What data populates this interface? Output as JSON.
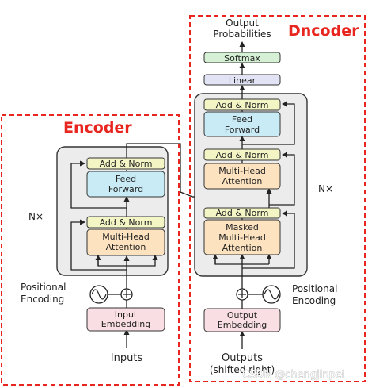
{
  "encoder": {
    "title": "Encoder",
    "nx": "N×",
    "add_norm_top": "Add & Norm",
    "feed_forward": [
      "Feed",
      "Forward"
    ],
    "add_norm_bottom": "Add & Norm",
    "multi_head_attention": [
      "Multi-Head",
      "Attention"
    ],
    "positional_encoding": [
      "Positional",
      "Encoding"
    ],
    "input_embedding": [
      "Input",
      "Embedding"
    ],
    "inputs": "Inputs"
  },
  "decoder": {
    "title": "Dncoder",
    "output_probabilities": [
      "Output",
      "Probabilities"
    ],
    "softmax": "Softmax",
    "linear": "Linear",
    "nx": "N×",
    "add_norm_top": "Add & Norm",
    "feed_forward": [
      "Feed",
      "Forward"
    ],
    "add_norm_mid": "Add & Norm",
    "multi_head_attention": [
      "Multi-Head",
      "Attention"
    ],
    "add_norm_bottom": "Add & Norm",
    "masked_attention": [
      "Masked",
      "Multi-Head",
      "Attention"
    ],
    "positional_encoding": [
      "Positional",
      "Encoding"
    ],
    "output_embedding": [
      "Output",
      "Embedding"
    ],
    "outputs": [
      "Outputs",
      "(shifted right)"
    ]
  },
  "watermark": "CSDN @chengjinpei",
  "colors": {
    "dashed_border": "#e8251e",
    "title_red": "#e8251e",
    "stack_fill": "#ececec",
    "add_norm_fill": "#f3f6c4",
    "feed_forward_fill": "#c9ebf6",
    "attention_fill": "#fce2bf",
    "embedding_fill": "#f9dfe4",
    "softmax_fill": "#d5f0d5",
    "linear_fill": "#e2e4f6"
  }
}
